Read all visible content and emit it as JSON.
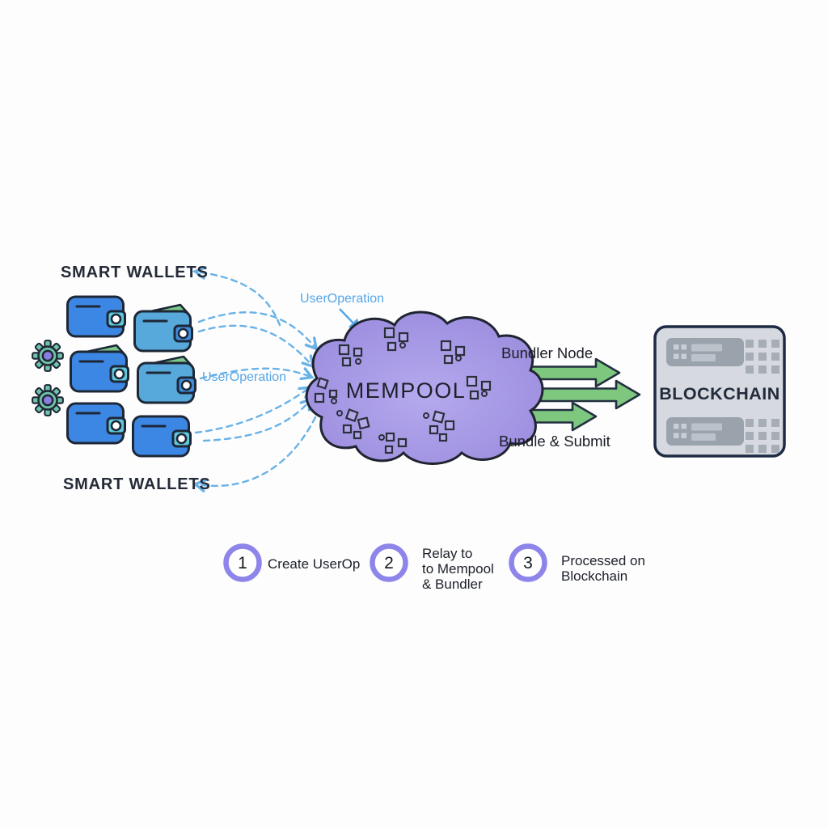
{
  "labels": {
    "smart_wallets_top": "SMART WALLETS",
    "smart_wallets_bottom": "SMART WALLETS",
    "userop_top": "UserOperation",
    "userop_mid": "UserOperation",
    "mempool": "MEMPOOL",
    "bundler_node": "Bundler Node",
    "bundle_submit": "Bundle & Submit",
    "blockchain": "BLOCKCHAIN"
  },
  "legend": {
    "steps": [
      {
        "num": "1",
        "lines": [
          "Create UserOp",
          "",
          ""
        ]
      },
      {
        "num": "2",
        "lines": [
          "Relay to",
          "to Mempool",
          "& Bundler"
        ]
      },
      {
        "num": "3",
        "lines": [
          "Processed on",
          "Blockchain",
          ""
        ]
      }
    ]
  },
  "icons": {
    "wallet": "wallet-icon",
    "gear": "gear-icon",
    "mempool_cloud": "mempool-cloud-icon",
    "transaction_squares": "transaction-square-icon",
    "bundle_arrow": "bundle-arrow-icon",
    "server": "server-icon",
    "dot_grid": "dot-grid-icon",
    "step_circle": "step-number-circle"
  },
  "colors": {
    "wallet_blue": "#3d87e4",
    "wallet_teal": "#56a9da",
    "clasp_teal": "#5fc8da",
    "clasp_blue": "#3f8ede",
    "flap_green": "#7dc98b",
    "gear_teal": "#6fc3a7",
    "gear_center_purple": "#8a7ee0",
    "cloud_purple": "#a294e2",
    "arrow_green": "#7ec77f",
    "dashed_blue": "#69b2e7",
    "userop_blue": "#55a6e7",
    "legend_ring_purple": "#8d85ea",
    "blockchain_gray": "#d6dae0",
    "outline_dark": "#1d2736",
    "text_dark": "#242b37"
  }
}
